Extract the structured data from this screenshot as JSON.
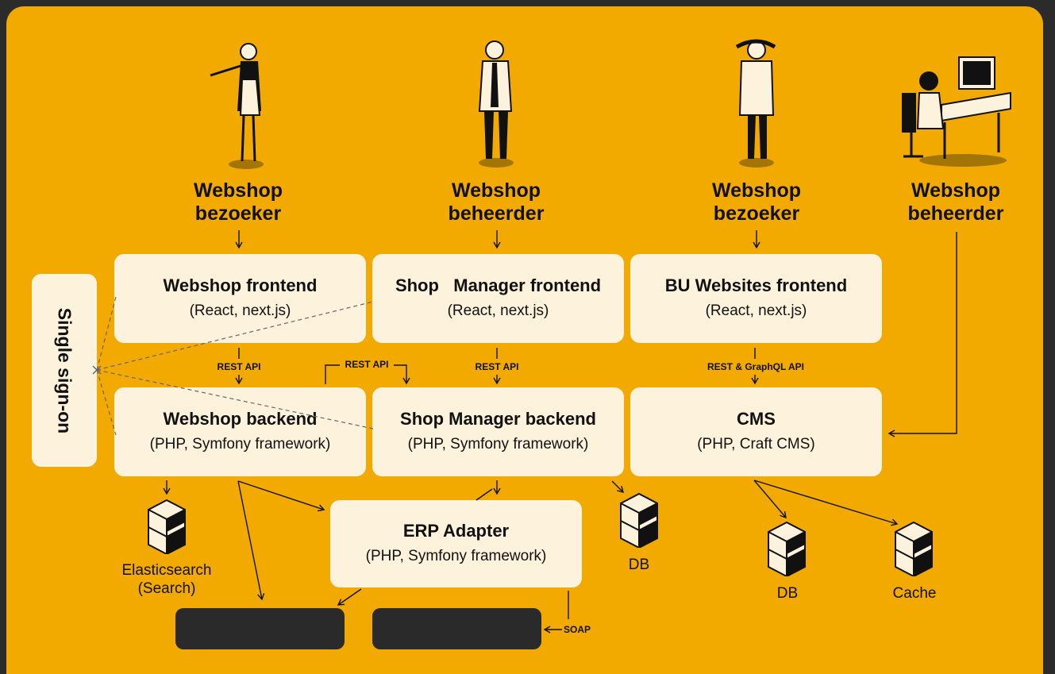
{
  "personas": [
    {
      "line1": "Webshop",
      "line2": "bezoeker"
    },
    {
      "line1": "Webshop",
      "line2": "beheerder"
    },
    {
      "line1": "Webshop",
      "line2": "bezoeker"
    },
    {
      "line1": "Webshop",
      "line2": "beheerder"
    }
  ],
  "sso_label": "Single sign-on",
  "boxes": {
    "webshop_frontend": {
      "title": "Webshop frontend",
      "sub": "(React, next.js)"
    },
    "shop_manager_frontend": {
      "title": "Shop   Manager frontend",
      "sub": "(React, next.js)"
    },
    "bu_websites_frontend": {
      "title": "BU Websites frontend",
      "sub": "(React, next.js)"
    },
    "webshop_backend": {
      "title": "Webshop backend",
      "sub": "(PHP, Symfony framework)"
    },
    "shop_manager_backend": {
      "title": "Shop Manager backend",
      "sub": "(PHP, Symfony framework)"
    },
    "cms": {
      "title": "CMS",
      "sub": "(PHP, Craft CMS)"
    },
    "erp_adapter": {
      "title": "ERP Adapter",
      "sub": "(PHP, Symfony framework)"
    }
  },
  "api_labels": {
    "rest1": "REST API",
    "rest_cross": "REST API",
    "rest2": "REST API",
    "rest_graphql": "REST & GraphQL API",
    "soap": "SOAP"
  },
  "storage": {
    "elastic_line1": "Elasticsearch",
    "elastic_line2": "(Search)",
    "db_shop": "DB",
    "db_cms": "DB",
    "cache": "Cache"
  },
  "colors": {
    "background": "#f2a900",
    "box": "#fdf3dc",
    "frame": "#2b2b2b",
    "dark_box": "#2a2a2a"
  }
}
